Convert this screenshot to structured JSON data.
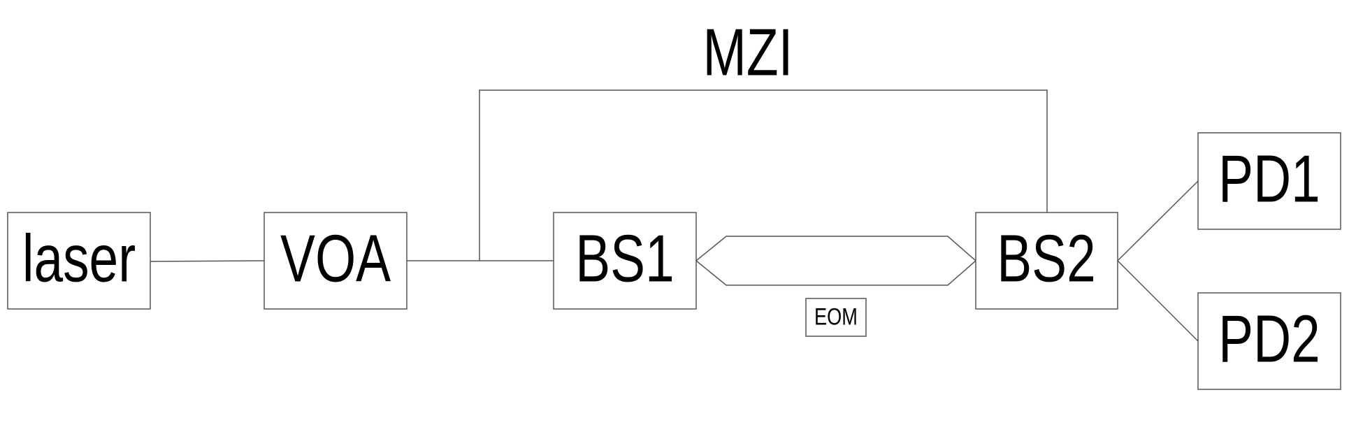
{
  "diagram": {
    "title": "MZI",
    "nodes": {
      "laser": "laser",
      "voa": "VOA",
      "bs1": "BS1",
      "eom": "EOM",
      "bs2": "BS2",
      "pd1": "PD1",
      "pd2": "PD2"
    },
    "colors": {
      "stroke": "#555555",
      "text": "#000000",
      "background": "#ffffff"
    }
  }
}
